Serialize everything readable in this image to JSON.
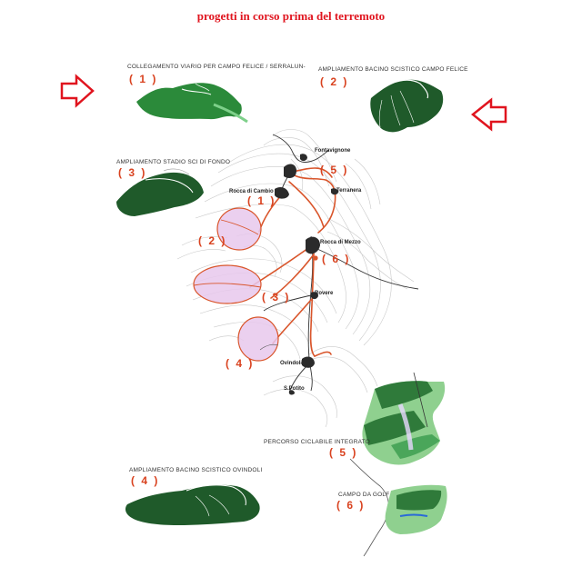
{
  "title": "progetti in corso prima del terremoto",
  "projects": {
    "p1": {
      "label": "COLLEGAMENTO VIARIO PER CAMPO FELICE / SERRALUN-",
      "num": "( 1 )"
    },
    "p2": {
      "label": "AMPLIAMENTO BACINO SCISTICO CAMPO FELICE",
      "num": "( 2 )"
    },
    "p3": {
      "label": "AMPLIAMENTO STADIO SCI DI FONDO",
      "num": "( 3 )"
    },
    "p4": {
      "label": "AMPLIAMENTO BACINO SCISTICO OVINDOLI",
      "num": "( 4 )"
    },
    "p5": {
      "label": "PERCORSO CICLABILE INTEGRATO",
      "num": "( 5 )"
    },
    "p6": {
      "label": "CAMPO DA GOLF",
      "num": "( 6 )"
    }
  },
  "map_numbers": {
    "m1": "( 1 )",
    "m2": "( 2 )",
    "m3": "( 3 )",
    "m4": "( 4 )",
    "m5": "( 5 )",
    "m6": "( 6 )"
  },
  "places": {
    "fontavignone": "Fontavignone",
    "rocca_cambio": "Rocca di Cambio",
    "terranera": "Terranera",
    "rocca_mezzo": "Rocca di Mezzo",
    "rovere": "Rovere",
    "ovindoli": "Ovindoli",
    "s_potito": "S.Potito"
  },
  "colors": {
    "title": "#e0141e",
    "route": "#d9552b",
    "zone_fill": "#e8c8ec",
    "forest": "#2f7a3a",
    "arrow": "#e0141e"
  }
}
